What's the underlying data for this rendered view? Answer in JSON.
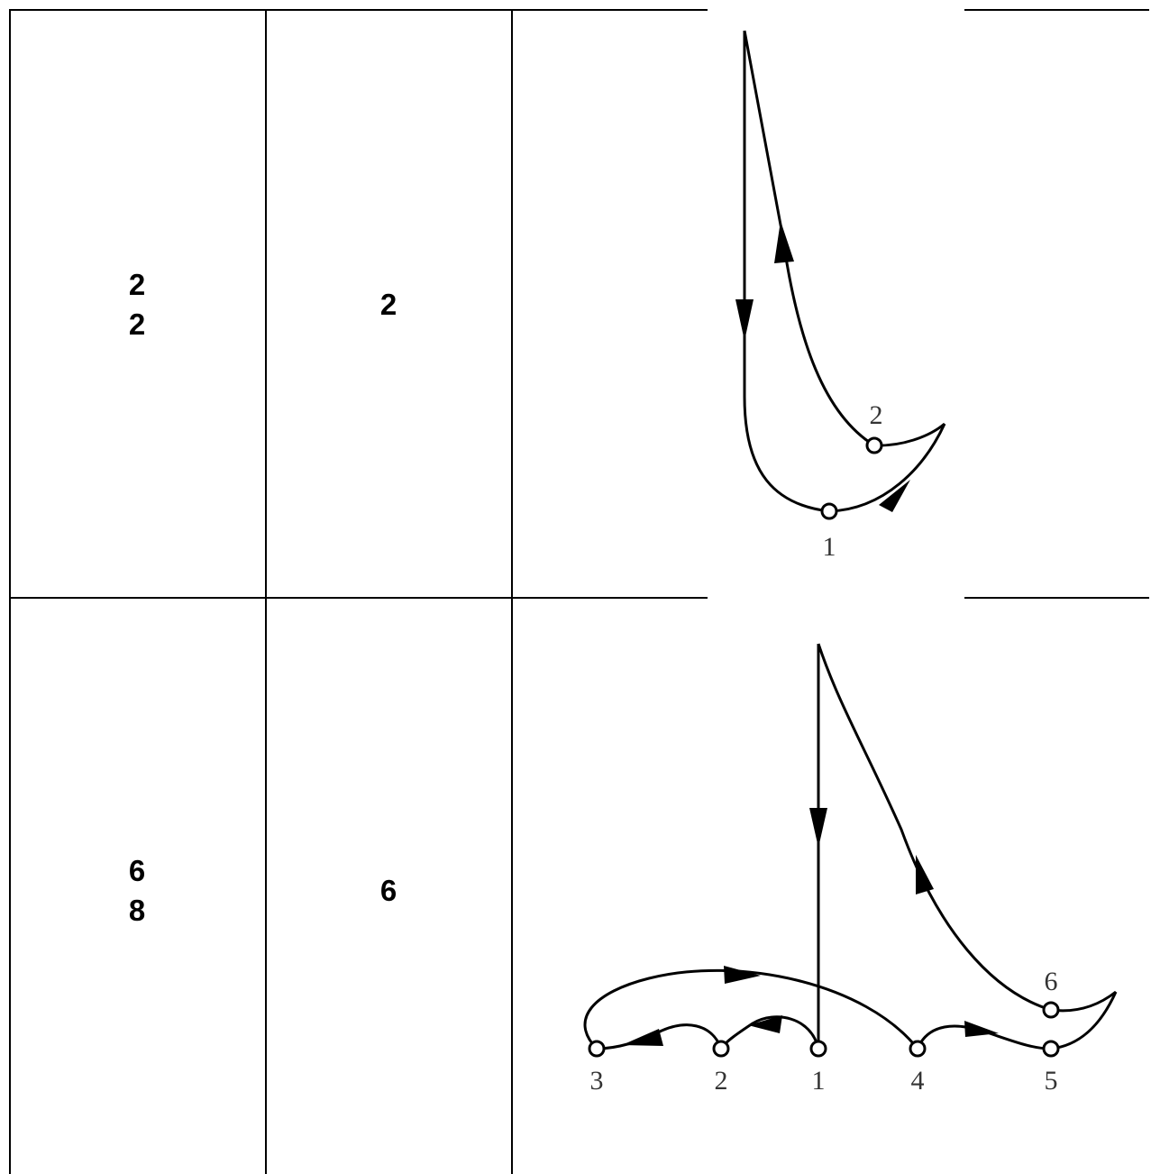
{
  "rows": [
    {
      "col1": [
        "2",
        "2"
      ],
      "col2": "2",
      "diagram": {
        "node_labels": [
          "2",
          "1"
        ]
      }
    },
    {
      "col1": [
        "6",
        "8"
      ],
      "col2": "6",
      "diagram": {
        "node_labels": [
          "6",
          "3",
          "2",
          "1",
          "4",
          "5"
        ]
      }
    }
  ]
}
